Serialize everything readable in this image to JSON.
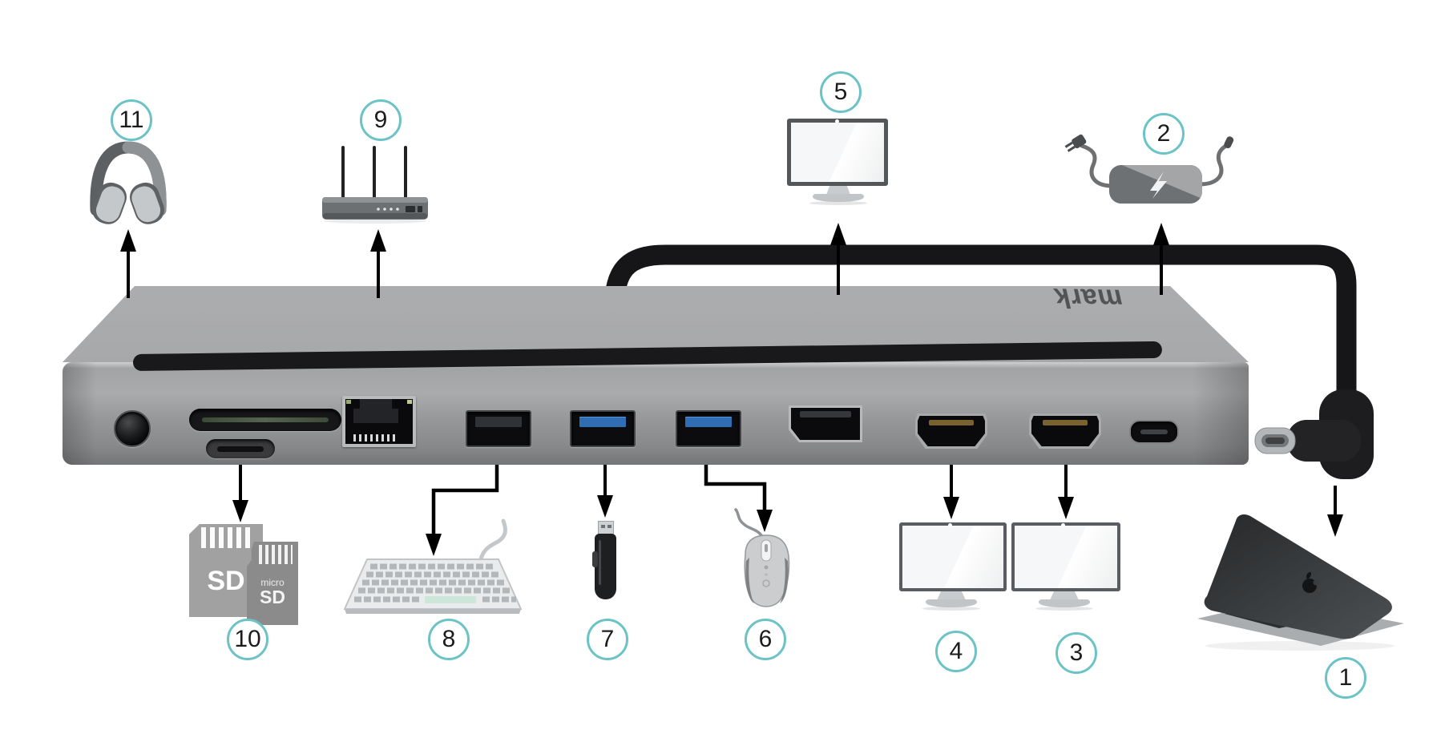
{
  "diagram": {
    "name": "usb-c-docking-station-connection-diagram",
    "background": "#ffffff"
  },
  "brand": {
    "logo_text": "mark"
  },
  "colors": {
    "callout_ring": "#6cc3c6",
    "callout_number": "#1c1c1e",
    "arrow": "#000000",
    "cable": "#161618",
    "dock_body": "#9b9c9e",
    "usb3_tongue_blue": "#2f6eb4",
    "keyboard_accent": "#cde6da"
  },
  "callouts": {
    "c1": {
      "num": "1",
      "device": "laptop"
    },
    "c2": {
      "num": "2",
      "device": "power-adapter"
    },
    "c3": {
      "num": "3",
      "device": "external-monitor-hdmi-2"
    },
    "c4": {
      "num": "4",
      "device": "external-monitor-hdmi-1"
    },
    "c5": {
      "num": "5",
      "device": "external-monitor-displayport"
    },
    "c6": {
      "num": "6",
      "device": "mouse-usb-3-0"
    },
    "c7": {
      "num": "7",
      "device": "usb-flash-drive-usb-3-0"
    },
    "c8": {
      "num": "8",
      "device": "keyboard-usb-2-0"
    },
    "c9": {
      "num": "9",
      "device": "router-ethernet"
    },
    "c10": {
      "num": "10",
      "device": "sd-and-micro-sd-cards"
    },
    "c11": {
      "num": "11",
      "device": "headphones-audio-jack"
    }
  },
  "sd_cards": {
    "sd_label": "SD",
    "micro_label_line1": "micro",
    "micro_label_line2": "SD"
  },
  "ports": [
    "audio-jack",
    "sd-card-slot",
    "micro-sd-card-slot",
    "gigabit-ethernet",
    "usb-a-2-0",
    "usb-a-3-0",
    "usb-a-3-0",
    "displayport",
    "hdmi",
    "hdmi",
    "usb-c"
  ]
}
